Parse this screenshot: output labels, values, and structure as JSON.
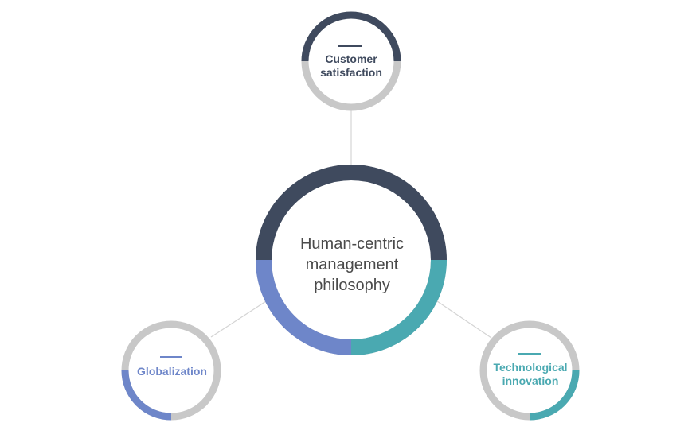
{
  "diagram": {
    "center": {
      "label_lines": [
        "Human-centric",
        "management",
        "philosophy"
      ]
    },
    "nodes": {
      "top": {
        "label_lines": [
          "Customer",
          "satisfaction"
        ]
      },
      "left": {
        "label_lines": [
          "Globalization"
        ]
      },
      "right": {
        "label_lines": [
          "Technological",
          "innovation"
        ]
      }
    }
  },
  "colors": {
    "dark_navy": "#3f4a5e",
    "periwinkle": "#6e86c9",
    "teal": "#4aa9b1",
    "ring_gray": "#c8c8c8",
    "connector_gray": "#d4d4d4",
    "center_text": "#4a4a4a",
    "top_text": "#3f4a5e",
    "left_text": "#6e86c9",
    "right_text": "#4aa9b1"
  }
}
